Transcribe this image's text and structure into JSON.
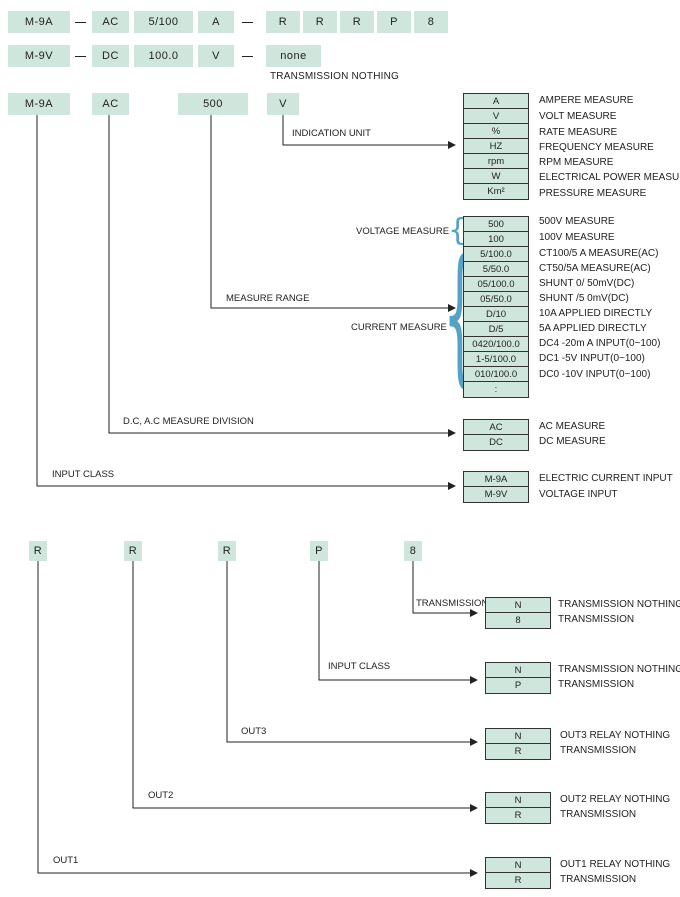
{
  "header_row1": [
    "M-9A",
    "AC",
    "5/100",
    "A",
    "R",
    "R",
    "R",
    "P",
    "8"
  ],
  "header_row2": [
    "M-9V",
    "DC",
    "100.0",
    "V",
    "none"
  ],
  "header_note": "TRANSMISSION NOTHING",
  "main_codes": [
    "M-9A",
    "AC",
    "500",
    "V"
  ],
  "indication_unit": {
    "label": "INDICATION UNIT",
    "rows": [
      {
        "code": "A",
        "desc": "AMPERE MEASURE"
      },
      {
        "code": "V",
        "desc": "VOLT MEASURE"
      },
      {
        "code": "%",
        "desc": "RATE MEASURE"
      },
      {
        "code": "HZ",
        "desc": "FREQUENCY  MEASURE"
      },
      {
        "code": "rpm",
        "desc": "RPM  MEASURE"
      },
      {
        "code": "W",
        "desc": "ELECTRICAL POWER  MEASURE"
      },
      {
        "code": "Km²",
        "desc": "PRESSURE  MEASURE"
      }
    ]
  },
  "measure_range": {
    "label": "MEASURE RANGE",
    "voltage_label": "VOLTAGE MEASURE",
    "current_label": "CURRENT MEASURE",
    "voltage_rows": [
      {
        "code": "500",
        "desc": "500V  MEASURE"
      },
      {
        "code": "100",
        "desc": "100V  MEASURE"
      }
    ],
    "current_rows": [
      {
        "code": "5/100.0",
        "desc": "CT100/5 A  MEASURE(AC)"
      },
      {
        "code": "5/50.0",
        "desc": "CT50/5A MEASURE(AC)"
      },
      {
        "code": "05/100.0",
        "desc": "SHUNT 0/ 50mV(DC)"
      },
      {
        "code": "05/50.0",
        "desc": "SHUNT /5 0mV(DC)"
      },
      {
        "code": "D/10",
        "desc": "10A APPLIED DIRECTLY"
      },
      {
        "code": "D/5",
        "desc": "5A APPLIED DIRECTLY"
      },
      {
        "code": "0420/100.0",
        "desc": "DC4 -20m A  INPUT(0~100)"
      },
      {
        "code": "1-5/100.0",
        "desc": "DC1 -5V  INPUT(0~100)"
      },
      {
        "code": "010/100.0",
        "desc": "DC0 -10V  INPUT(0~100)"
      },
      {
        "code": ":",
        "desc": ""
      }
    ]
  },
  "division": {
    "label": "D.C, A.C MEASURE DIVISION",
    "rows": [
      {
        "code": "AC",
        "desc": "AC  MEASURE"
      },
      {
        "code": "DC",
        "desc": "DC  MEASURE"
      }
    ]
  },
  "input_class": {
    "label": "INPUT CLASS",
    "rows": [
      {
        "code": "M-9A",
        "desc": "ELECTRIC  CURRENT INPUT"
      },
      {
        "code": "M-9V",
        "desc": "VOLTAGE INPUT"
      }
    ]
  },
  "lower_codes": [
    "R",
    "R",
    "R",
    "P",
    "8"
  ],
  "lower_groups": [
    {
      "label": "TRANSMISSION",
      "rows": [
        {
          "code": "N",
          "desc": "TRANSMISSION NOTHING"
        },
        {
          "code": "8",
          "desc": "TRANSMISSION"
        }
      ]
    },
    {
      "label": "INPUT CLASS",
      "rows": [
        {
          "code": "N",
          "desc": "TRANSMISSION NOTHING"
        },
        {
          "code": "P",
          "desc": "TRANSMISSION"
        }
      ]
    },
    {
      "label": "OUT3",
      "rows": [
        {
          "code": "N",
          "desc": "OUT3  RELAY NOTHING"
        },
        {
          "code": "R",
          "desc": "TRANSMISSION"
        }
      ]
    },
    {
      "label": "OUT2",
      "rows": [
        {
          "code": "N",
          "desc": "OUT2  RELAY NOTHING"
        },
        {
          "code": "R",
          "desc": "TRANSMISSION"
        }
      ]
    },
    {
      "label": "OUT1",
      "rows": [
        {
          "code": "N",
          "desc": "OUT1  RELAY NOTHING"
        },
        {
          "code": "R",
          "desc": "TRANSMISSION"
        }
      ]
    }
  ]
}
